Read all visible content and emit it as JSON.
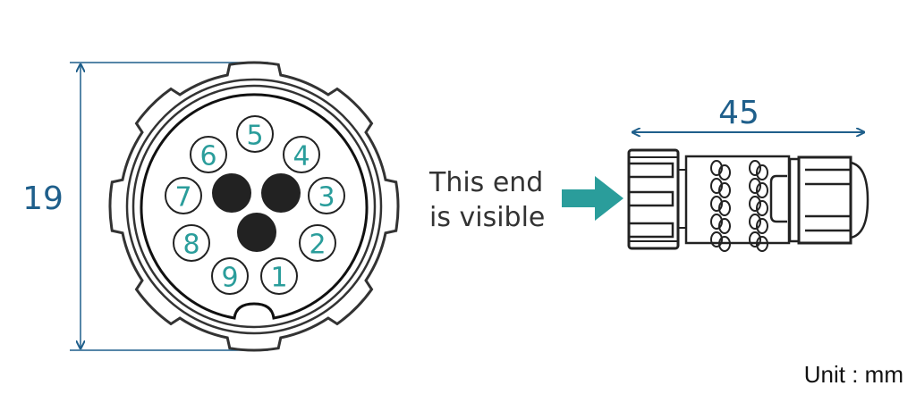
{
  "diagram": {
    "height_dimension": "19",
    "length_dimension": "45",
    "annotation_line1": "This end",
    "annotation_line2": "is visible",
    "unit_label": "Unit : mm",
    "pins": [
      {
        "label": "1"
      },
      {
        "label": "2"
      },
      {
        "label": "3"
      },
      {
        "label": "4"
      },
      {
        "label": "5"
      },
      {
        "label": "6"
      },
      {
        "label": "7"
      },
      {
        "label": "8"
      },
      {
        "label": "9"
      }
    ],
    "power_contacts": 3,
    "colors": {
      "dimension": "#1f5f8b",
      "pin_text": "#2a9d9b",
      "arrow": "#2a9d9b",
      "outline": "#333333"
    }
  }
}
